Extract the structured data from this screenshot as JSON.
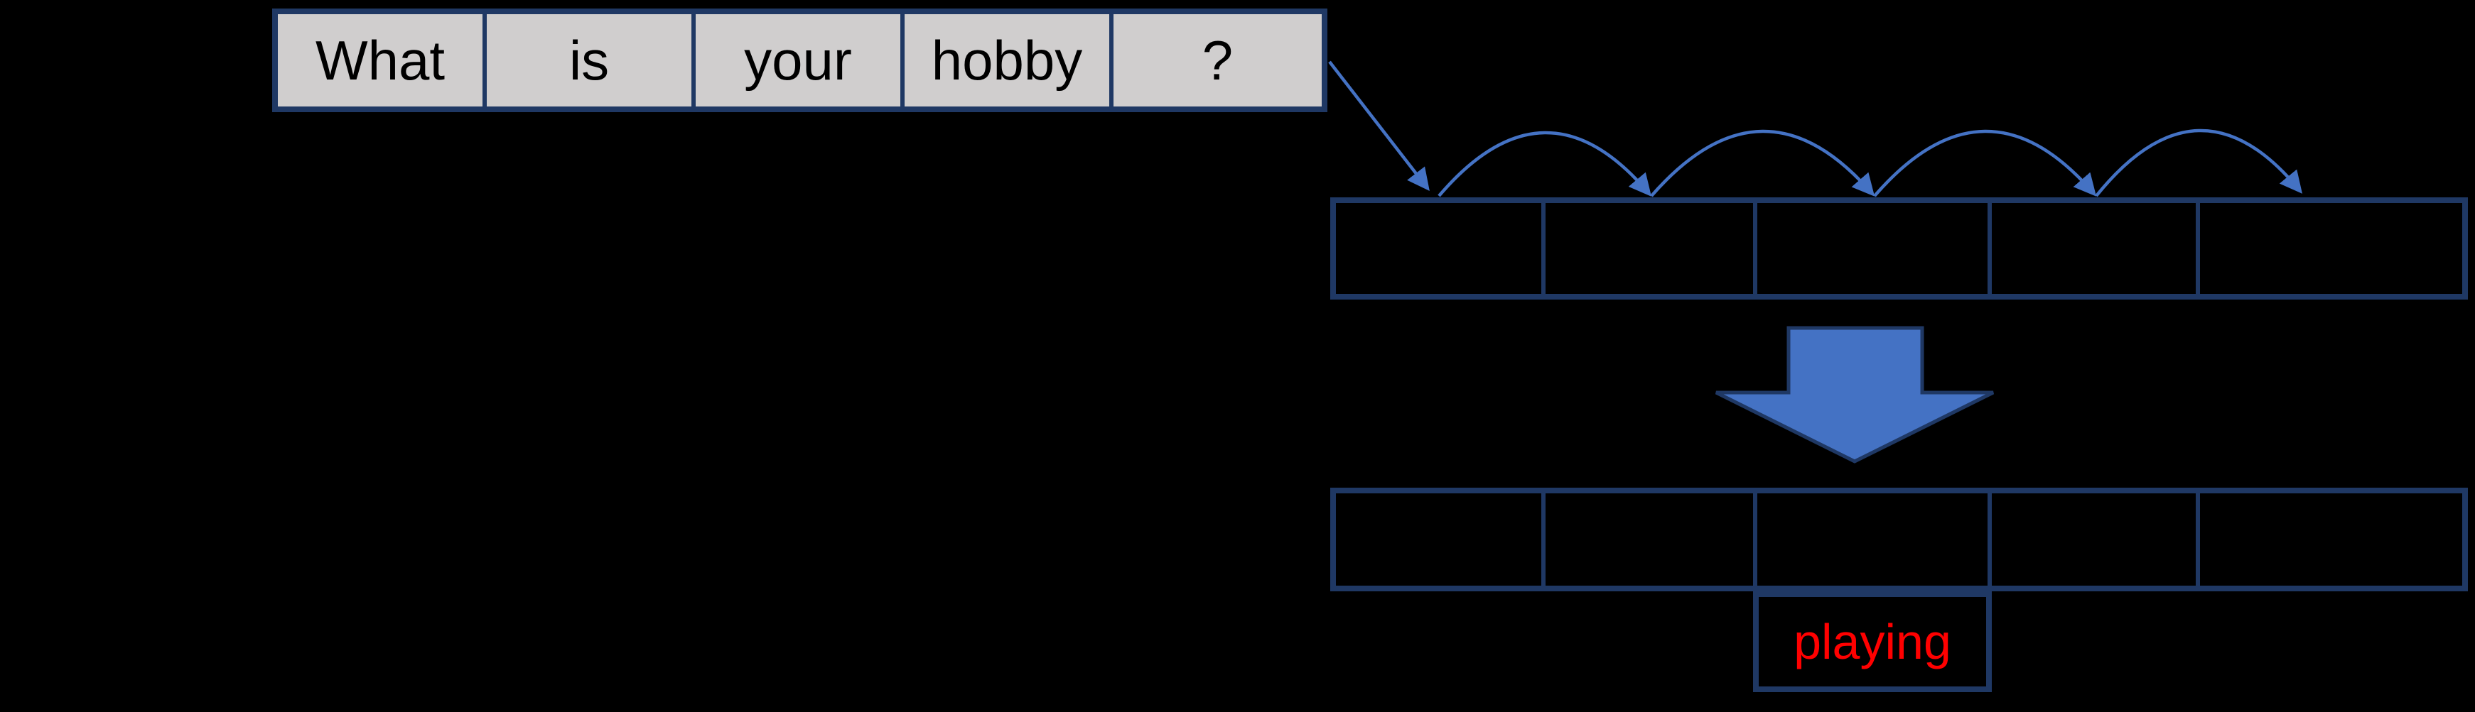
{
  "diagram": {
    "description": "next-word prediction diagram",
    "colors": {
      "background": "#000000",
      "border_navy": "#1F3864",
      "arrow_blue": "#4472C4",
      "token_fill_gray": "#D0CECE",
      "prediction_red": "#FF0000",
      "token_text_black": "#000000"
    },
    "sentence": {
      "tokens": [
        "What",
        "is",
        "your",
        "hobby",
        "?"
      ]
    },
    "hidden_rows": {
      "top_cell_count": 5,
      "bottom_cell_count": 5
    },
    "output": {
      "label": "playing"
    },
    "icons": {
      "input_arrow": "diagonal-arrow-icon",
      "recurrence": "hop-arc-arrow-icon",
      "transform": "block-down-arrow-icon"
    }
  }
}
